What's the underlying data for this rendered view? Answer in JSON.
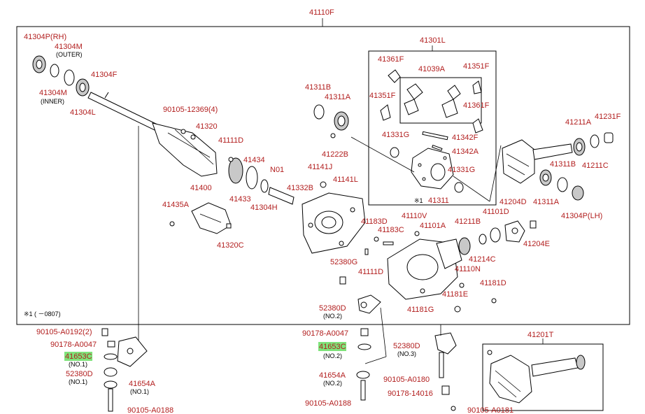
{
  "title": "41110F",
  "footnote": "※1 (  －0807)",
  "labels": {
    "l41304P_RH": "41304P(RH)",
    "l41304M_1": "41304M",
    "l41304M_outer": "(OUTER)",
    "l41304F": "41304F",
    "l41304M_2": "41304M",
    "l41304M_inner": "(INNER)",
    "l41304L": "41304L",
    "l90105_12369": "90105-12369(4)",
    "l41320": "41320",
    "l41111D_1": "41111D",
    "l41434": "41434",
    "l41433": "41433",
    "lN01": "N01",
    "l41304H": "41304H",
    "l41332B": "41332B",
    "l41400": "41400",
    "l41435A": "41435A",
    "l41320C": "41320C",
    "l41311B_1": "41311B",
    "l41311A_1": "41311A",
    "l41222B": "41222B",
    "l41141J": "41141J",
    "l41141L": "41141L",
    "l41301L": "41301L",
    "l41361F_1": "41361F",
    "l41039A": "41039A",
    "l41351F_1": "41351F",
    "l41351F_2": "41351F",
    "l41361F_2": "41361F",
    "l41331G_1": "41331G",
    "l41342F": "41342F",
    "l41342A": "41342A",
    "l41331G_2": "41331G",
    "l41311": "41311",
    "l41311_mark": "※1",
    "l41211A": "41211A",
    "l41231F": "41231F",
    "l41211C": "41211C",
    "l41311B_2": "41311B",
    "l41311A_2": "41311A",
    "l41304P_LH": "41304P(LH)",
    "l41204D": "41204D",
    "l41204E": "41204E",
    "l41101D": "41101D",
    "l41211B": "41211B",
    "l41214C": "41214C",
    "l41110V": "41110V",
    "l41101A": "41101A",
    "l41183D": "41183D",
    "l41183C": "41183C",
    "l41110N": "41110N",
    "l41181D": "41181D",
    "l41181E": "41181E",
    "l41181G": "41181G",
    "l41111D_2": "41111D",
    "l52380G": "52380G",
    "l52380D_no2": "52380D",
    "l52380D_no2_sub": "(NO.2)",
    "l90178_A0047_a": "90178-A0047",
    "l41653C_no2": "41653C",
    "l41653C_no2_sub": "(NO.2)",
    "l41654A_no2": "41654A",
    "l41654A_no2_sub": "(NO.2)",
    "l90105_A0188_b": "90105-A0188",
    "l52380D_no3": "52380D",
    "l52380D_no3_sub": "(NO.3)",
    "l90105_A0180": "90105-A0180",
    "l90178_14016": "90178-14016",
    "l90105_A0181": "90105-A0181",
    "l41201T": "41201T",
    "l90105_A0192": "90105-A0192(2)",
    "l90178_A0047_b": "90178-A0047",
    "l41653C_no1": "41653C",
    "l41653C_no1_sub": "(NO.1)",
    "l52380D_no1": "52380D",
    "l52380D_no1_sub": "(NO.1)",
    "l41654A_no1": "41654A",
    "l41654A_no1_sub": "(NO.1)",
    "l90105_A0188_a": "90105-A0188"
  },
  "colors": {
    "label": "#b21e1e",
    "highlight": "#7ee37a",
    "line": "#000000"
  }
}
